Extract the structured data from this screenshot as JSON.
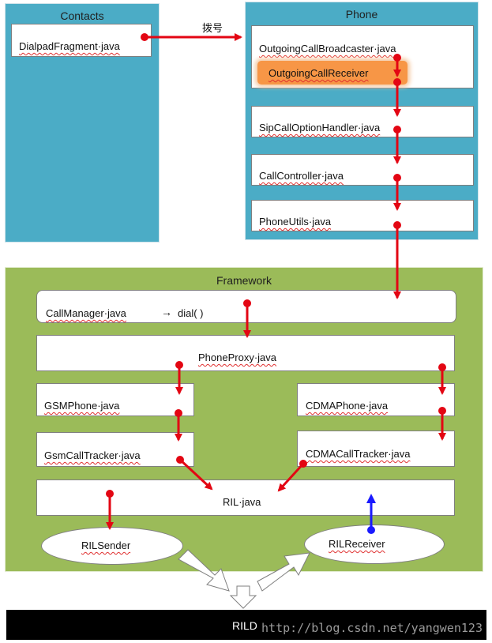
{
  "contacts": {
    "title": "Contacts",
    "dialpad": "DialpadFragment·java"
  },
  "dial_label": "拨号",
  "phone": {
    "title": "Phone",
    "broadcaster": "OutgoingCallBroadcaster·java",
    "receiver": "OutgoingCallReceiver",
    "sip": "SipCallOptionHandler·java",
    "controller": "CallController·java",
    "utils": "PhoneUtils·java"
  },
  "framework": {
    "title": "Framework",
    "call_manager": "CallManager·java",
    "arrow_glyph": "→",
    "dial_call": "dial( )",
    "phone_proxy": "PhoneProxy·java",
    "gsm_phone": "GSMPhone·java",
    "cdma_phone": "CDMAPhone·java",
    "gsm_tracker": "GsmCallTracker·java",
    "cdma_tracker": "CDMACallTracker·java",
    "ril": "RIL·java",
    "ril_sender": "RILSender",
    "ril_receiver": "RILReceiver"
  },
  "rild": "RILD",
  "watermark": "http://blog.csdn.net/yangwen123",
  "colors": {
    "contacts_phone_panel": "#4bacc6",
    "framework_panel": "#9bbb59",
    "arrow_red": "#e30613",
    "arrow_blue": "#1a1aff",
    "receiver_orange": "#f79646"
  }
}
